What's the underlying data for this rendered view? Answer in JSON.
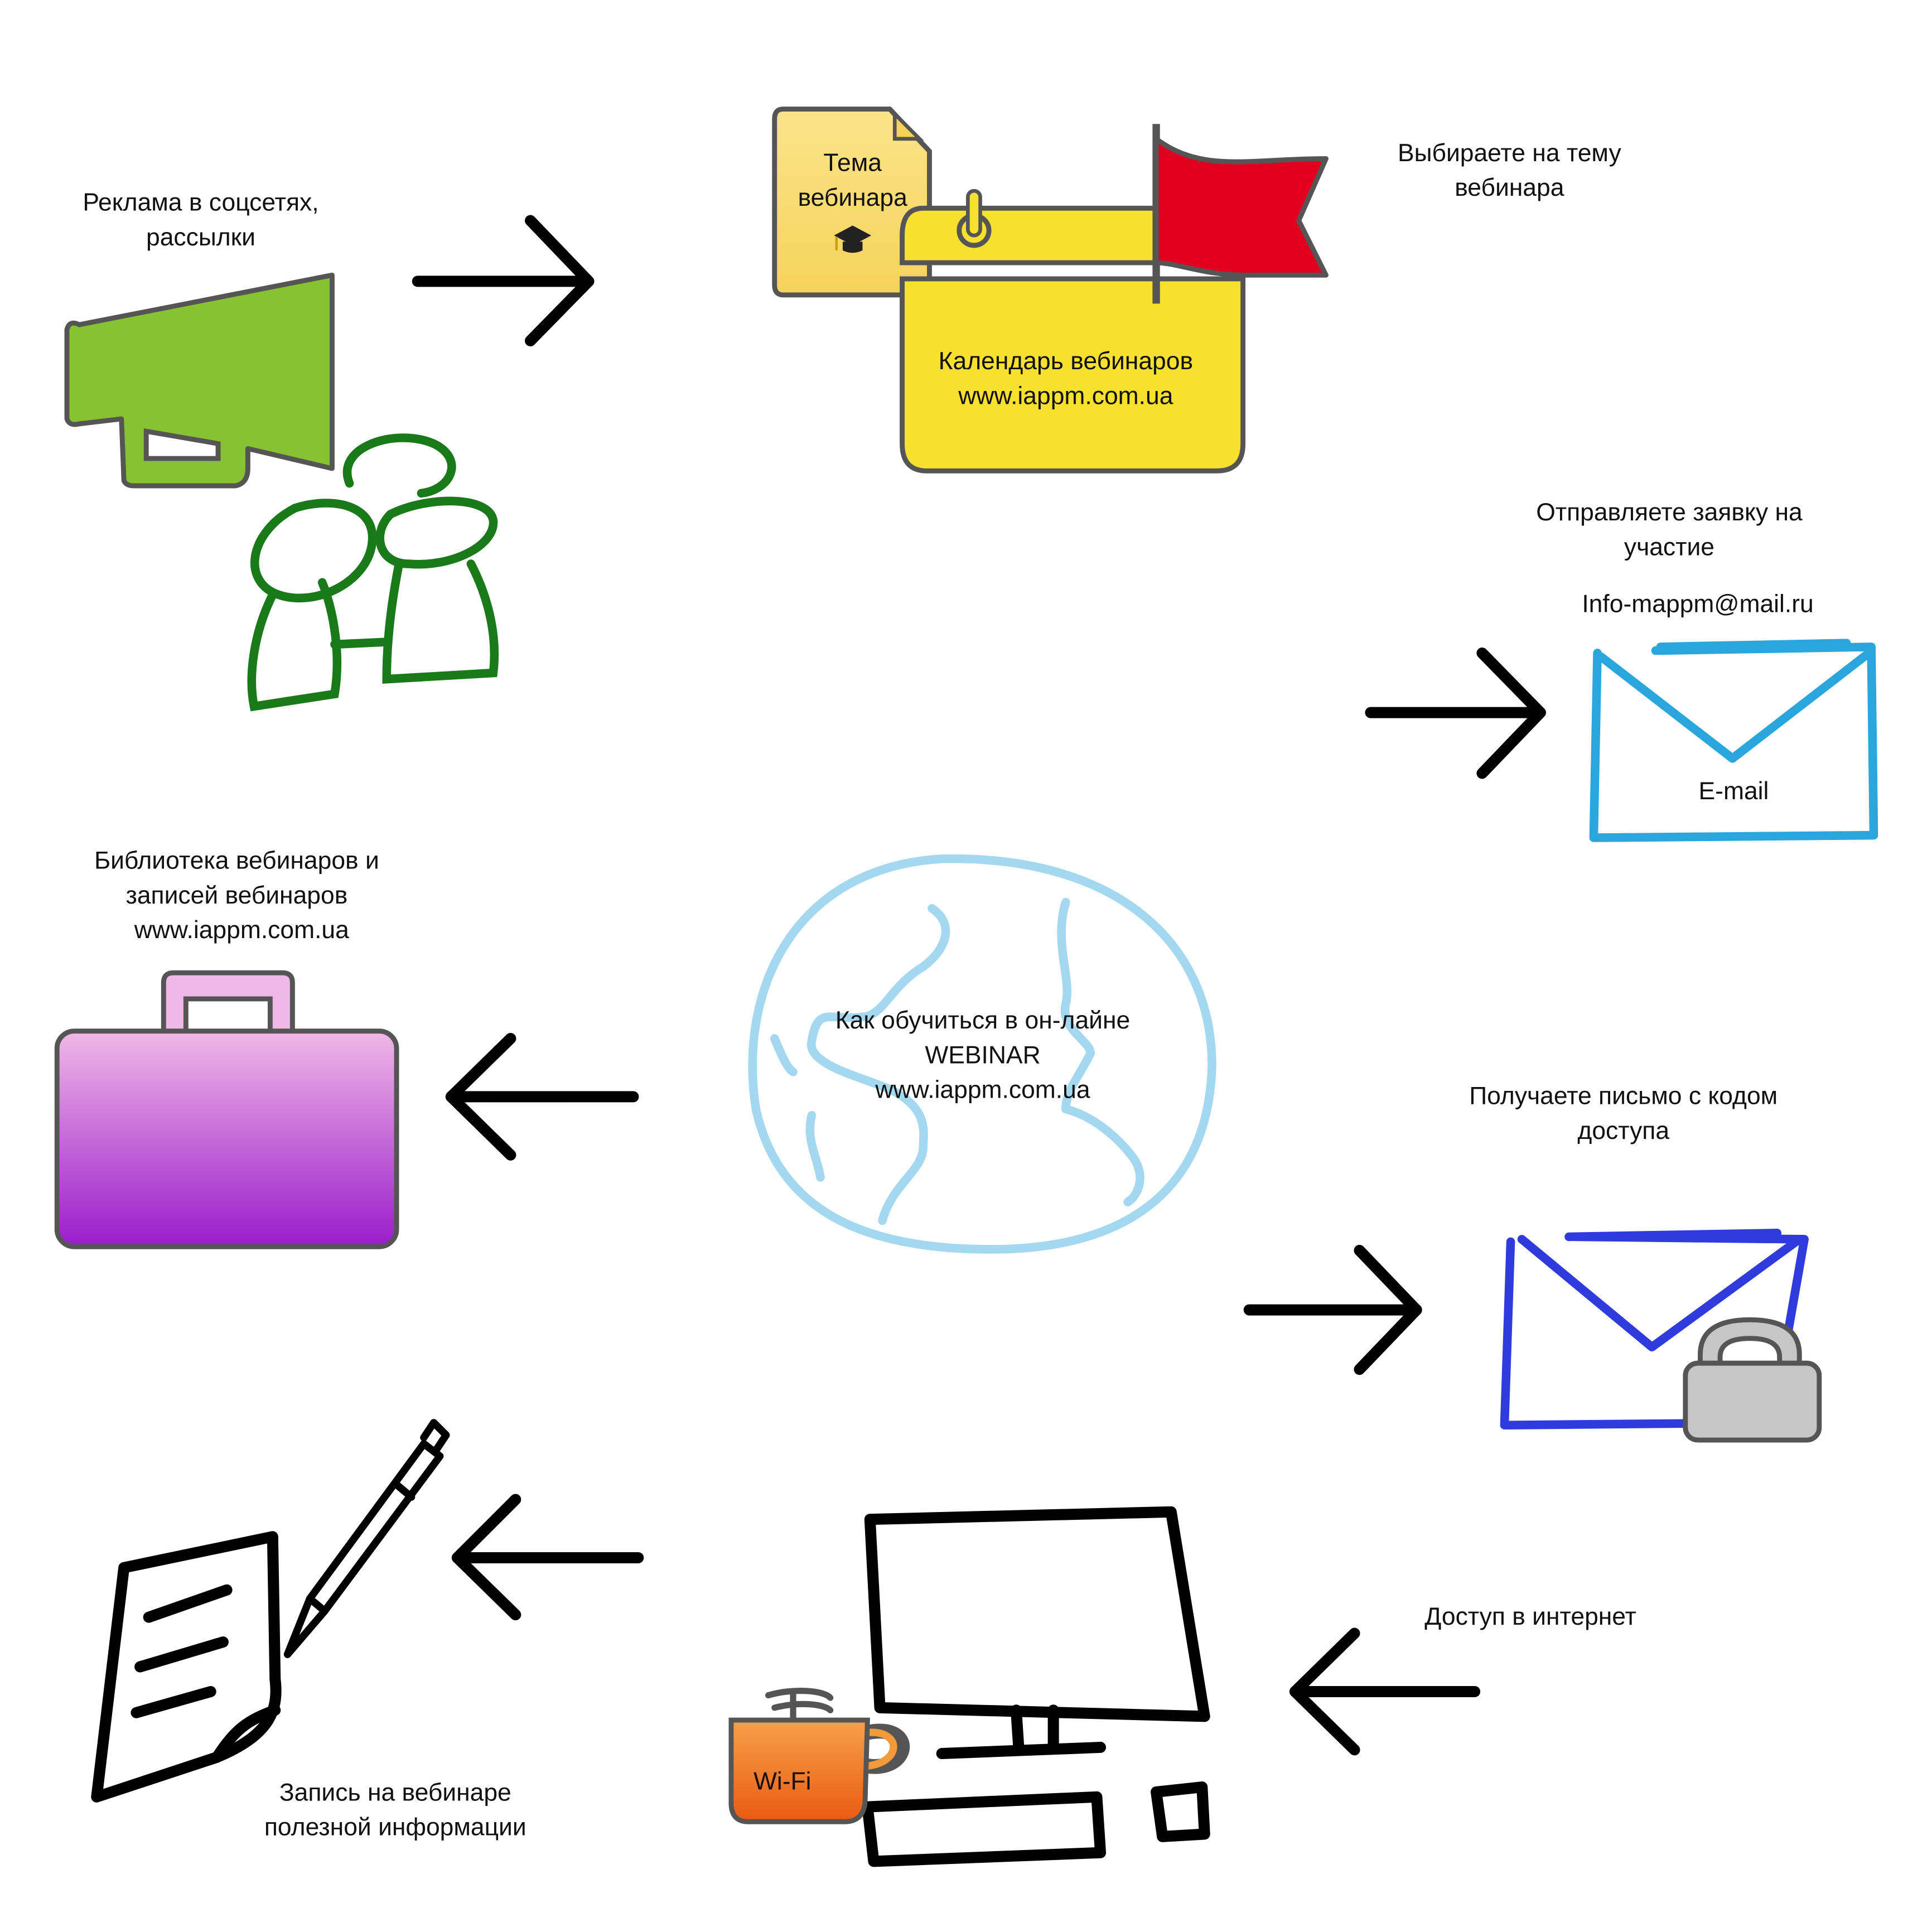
{
  "steps": {
    "ads": {
      "line1": "Реклама в соцсетях,",
      "line2": "рассылки"
    },
    "choose": {
      "line1": "Выбираете на тему",
      "line2": "вебинара"
    },
    "topic_doc": {
      "line1": "Тема",
      "line2": "вебинара"
    },
    "calendar": {
      "line1": "Календарь вебинаров",
      "line2": "www.iappm.com.ua"
    },
    "apply": {
      "line1": "Отправляете заявку на",
      "line2": "участие",
      "email": "Info-mappm@mail.ru"
    },
    "email_icon": {
      "label": "E-mail"
    },
    "library": {
      "line1": "Библиотека вебинаров и",
      "line2": "записей вебинаров",
      "line3": "www.iappm.com.ua"
    },
    "center": {
      "line1": "Как обучиться в он-лайне",
      "line2": "WEBINAR",
      "line3": "www.iappm.com.ua"
    },
    "code": {
      "line1": "Получаете письмо с кодом",
      "line2": "доступа"
    },
    "notes": {
      "line1": "Запись на вебинаре",
      "line2": "полезной информации"
    },
    "internet": {
      "line1": "Доступ в интернет"
    },
    "cup": {
      "label": "Wi-Fi"
    }
  },
  "colors": {
    "megaphone": "#86c232",
    "people": "#1a7a1a",
    "calendar": "#f8e02f",
    "flag": "#e1001f",
    "mail": "#2aa6dc",
    "mail_locked": "#2f3bdc",
    "globe": "#a4d8f0",
    "briefcase_top": "#f0b8e6",
    "briefcase_bottom": "#9a1ccc",
    "cup": "#f07a20"
  },
  "icons": [
    "megaphone-icon",
    "people-icon",
    "document-icon",
    "calendar-icon",
    "flag-icon",
    "envelope-icon",
    "globe-icon",
    "briefcase-icon",
    "locked-envelope-icon",
    "padlock-icon",
    "computer-icon",
    "cup-icon",
    "notes-icon",
    "pen-icon",
    "graduation-cap-icon"
  ]
}
